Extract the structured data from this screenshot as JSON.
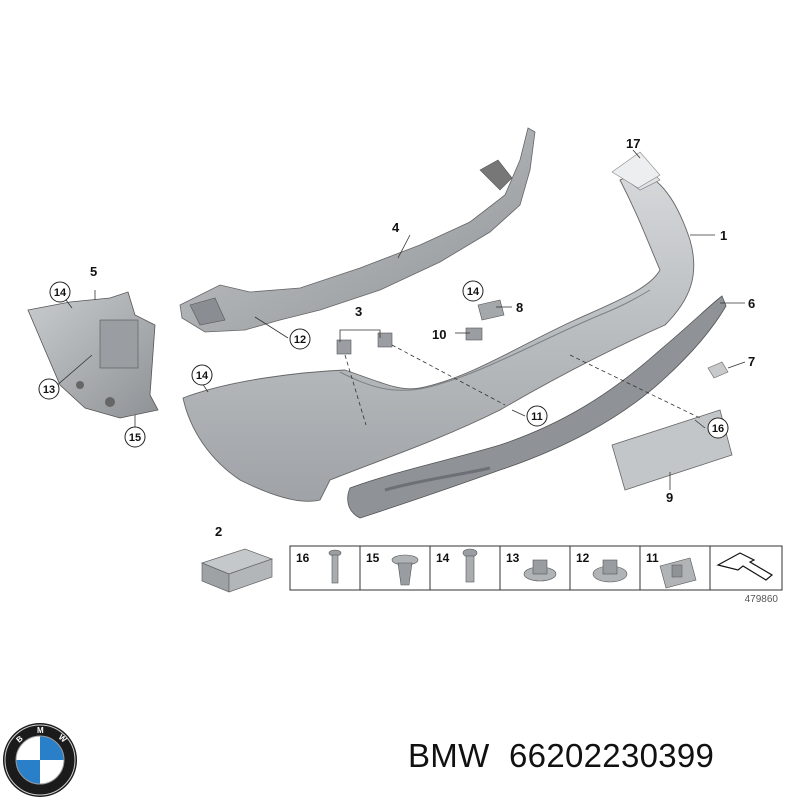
{
  "callouts": {
    "c1": "1",
    "c2": "2",
    "c3": "3",
    "c4": "4",
    "c5": "5",
    "c6": "6",
    "c7": "7",
    "c8": "8",
    "c9": "9",
    "c10": "10",
    "c17": "17"
  },
  "circled": {
    "c14_left": "14",
    "c13_left": "13",
    "c15_left": "15",
    "c12": "12",
    "c14_mid": "14",
    "c14_bumper": "14",
    "c11": "11",
    "c16": "16"
  },
  "hardware_strip": {
    "cells": [
      {
        "number": "16",
        "icon": "screw-icon"
      },
      {
        "number": "15",
        "icon": "expanding-nut-icon"
      },
      {
        "number": "14",
        "icon": "screw-icon"
      },
      {
        "number": "13",
        "icon": "collar-nut-icon"
      },
      {
        "number": "12",
        "icon": "collar-nut-icon"
      },
      {
        "number": "11",
        "icon": "clip-nut-icon"
      },
      {
        "number": "",
        "icon": "arrow-icon"
      }
    ],
    "reference": "479860"
  },
  "brand": {
    "name": "BMW",
    "part_number": "66202230399"
  }
}
